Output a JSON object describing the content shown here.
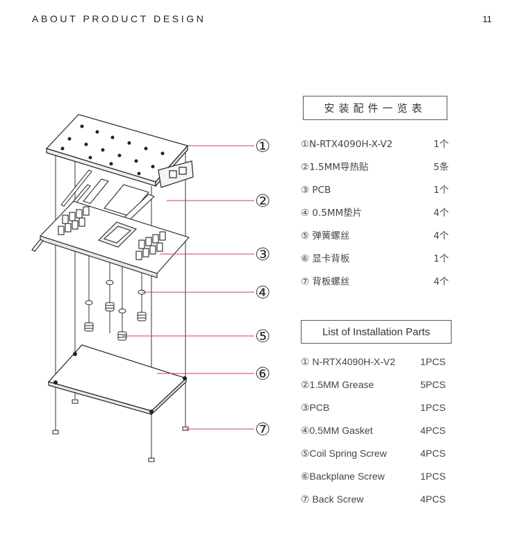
{
  "header": {
    "title": "ABOUT PRODUCT DESIGN",
    "page_number": "11"
  },
  "diagram": {
    "callouts": [
      "①",
      "②",
      "③",
      "④",
      "⑤",
      "⑥",
      "⑦"
    ],
    "line_color": "#d0338f"
  },
  "cn_table": {
    "title": "安装配件一览表",
    "items": [
      {
        "name": "①N-RTX4090H-X-V2",
        "qty": "1个"
      },
      {
        "name": "②1.5MM导热贴",
        "qty": "5条"
      },
      {
        "name": "③ PCB",
        "qty": "1个"
      },
      {
        "name": "④ 0.5MM垫片",
        "qty": "4个"
      },
      {
        "name": "⑤ 弹簧螺丝",
        "qty": "4个"
      },
      {
        "name": "⑥ 显卡背板",
        "qty": "1个"
      },
      {
        "name": "⑦ 背板螺丝",
        "qty": "4个"
      }
    ]
  },
  "en_table": {
    "title": "List of Installation Parts",
    "items": [
      {
        "name": "① N-RTX4090H-X-V2",
        "qty": "1PCS"
      },
      {
        "name": "②1.5MM Grease",
        "qty": "5PCS"
      },
      {
        "name": "③PCB",
        "qty": "1PCS"
      },
      {
        "name": "④0.5MM Gasket",
        "qty": "4PCS"
      },
      {
        "name": "⑤Coil Spring Screw",
        "qty": "4PCS"
      },
      {
        "name": "⑥Backplane Screw",
        "qty": "1PCS"
      },
      {
        "name": "⑦ Back Screw",
        "qty": "4PCS"
      }
    ]
  }
}
